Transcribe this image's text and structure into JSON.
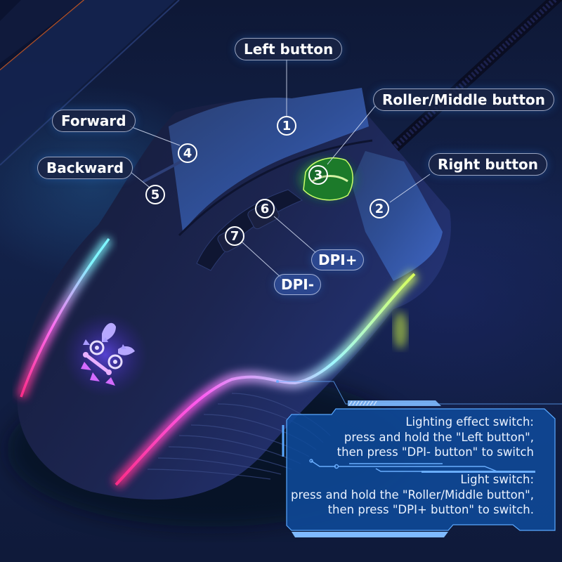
{
  "product": {
    "subject": "RGB gaming mouse button layout diagram",
    "logo_icon": "lion-dance-mask-logo-icon"
  },
  "callouts": [
    {
      "number": "1",
      "label": "Left button"
    },
    {
      "number": "2",
      "label": "Right button"
    },
    {
      "number": "3",
      "label": "Roller/Middle button"
    },
    {
      "number": "4",
      "label": "Forward"
    },
    {
      "number": "5",
      "label": "Backward"
    },
    {
      "number": "6",
      "label": "DPI+"
    },
    {
      "number": "7",
      "label": "DPI-"
    }
  ],
  "info_panel": {
    "lighting_effect": {
      "title": "Lighting effect switch:",
      "line1": "press and hold the \"Left button\",",
      "line2": "then press \"DPI- button\" to switch"
    },
    "light_switch": {
      "title": "Light switch:",
      "line1": "press and hold the \"Roller/Middle button\",",
      "line2": "then press \"DPI+ button\" to switch."
    }
  },
  "colors": {
    "background": "#111c3a",
    "panel_fill": "#0f4a9a",
    "panel_border": "#5aa8ff",
    "label_border": "#c8d2eb",
    "rgb_pink": "#ff3fc8",
    "rgb_cyan": "#6ff0ff",
    "rgb_green": "#7dff3a",
    "keyboard_glow": "#ff6a1a"
  }
}
